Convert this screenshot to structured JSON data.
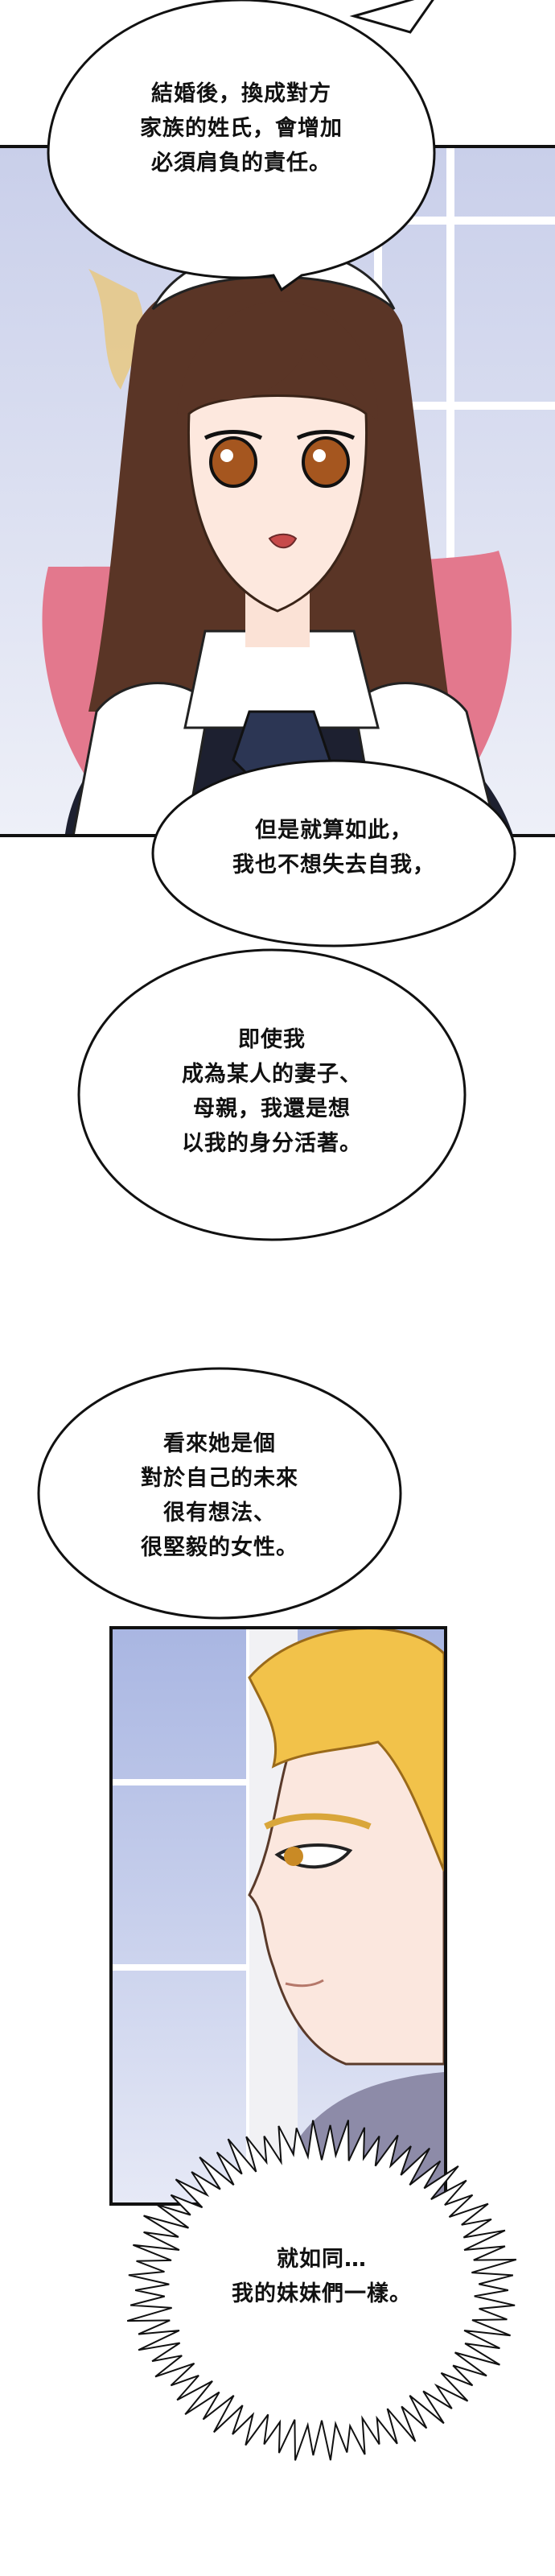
{
  "bubbles": {
    "b1": [
      "結婚後，換成對方",
      "家族的姓氏，會增加",
      "必須肩負的責任。"
    ],
    "b2": [
      "但是就算如此，",
      "我也不想失去自我，"
    ],
    "b3": [
      "即使我",
      "成為某人的妻子、",
      "母親，我還是想",
      "以我的身分活著。"
    ],
    "b4": [
      "看來她是個",
      "對於自己的未來",
      "很有想法、",
      "很堅毅的女性。"
    ],
    "b5": [
      "就如同…",
      "我的妹妹們一樣。"
    ]
  },
  "colors": {
    "maid_hair": "#5a3526",
    "maid_apron": "#ffffff",
    "maid_dress": "#1d2030",
    "chair": "#e3788d",
    "window_sky": "#b9c4e6",
    "man_hair": "#f2c24a",
    "man_skin": "#fbe7de",
    "eye_color": "#c98a25"
  }
}
